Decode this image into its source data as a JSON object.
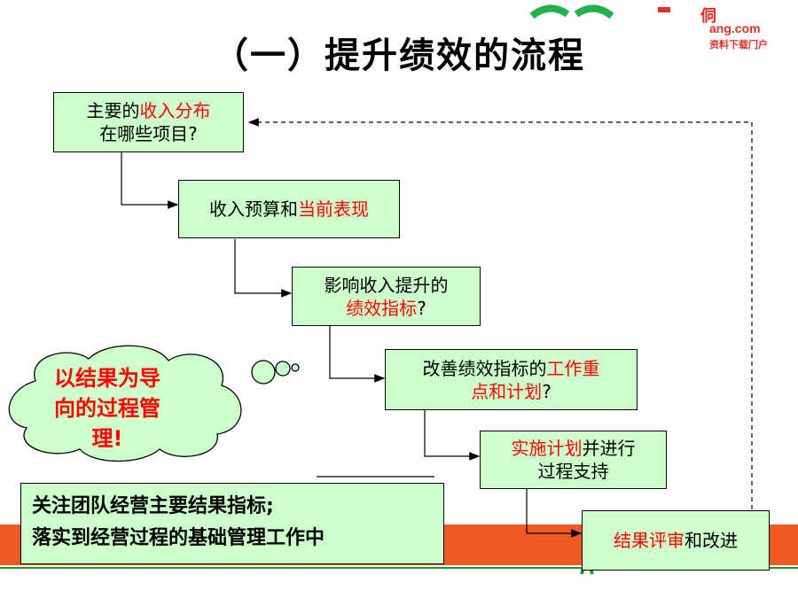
{
  "title": "（一）提升绩效的流程",
  "logo": {
    "line1": "ang.com",
    "line2": "资料下载门户",
    "char": "侗"
  },
  "boxes": {
    "b1": {
      "pre": "主要的",
      "red": "收入分布",
      "line2": "在哪些项目?"
    },
    "b2": {
      "pre": "收入预算和",
      "red": "当前表现"
    },
    "b3": {
      "line1": "影响收入提升的",
      "red": "绩效指标",
      "post": "?"
    },
    "b4": {
      "pre": "改善绩效指标的",
      "red1": "工作重",
      "red2": "点和计划",
      "post": "?"
    },
    "b5": {
      "red": "实施计划",
      "post": "并进行",
      "line2": "过程支持"
    },
    "b6": {
      "red": "结果评审",
      "post": "和改进"
    }
  },
  "cloud": {
    "line1": "以结果为导",
    "line2": "向的过程管",
    "line3": "理!"
  },
  "note": {
    "line1": "关注团队经营主要结果指标;",
    "line2": "落实到经营过程的基础管理工作中"
  },
  "colors": {
    "box_fill": "#ccffcc",
    "highlight": "#ff0000",
    "bar": "#f05a24",
    "bar_line": "#1a9a2c"
  }
}
